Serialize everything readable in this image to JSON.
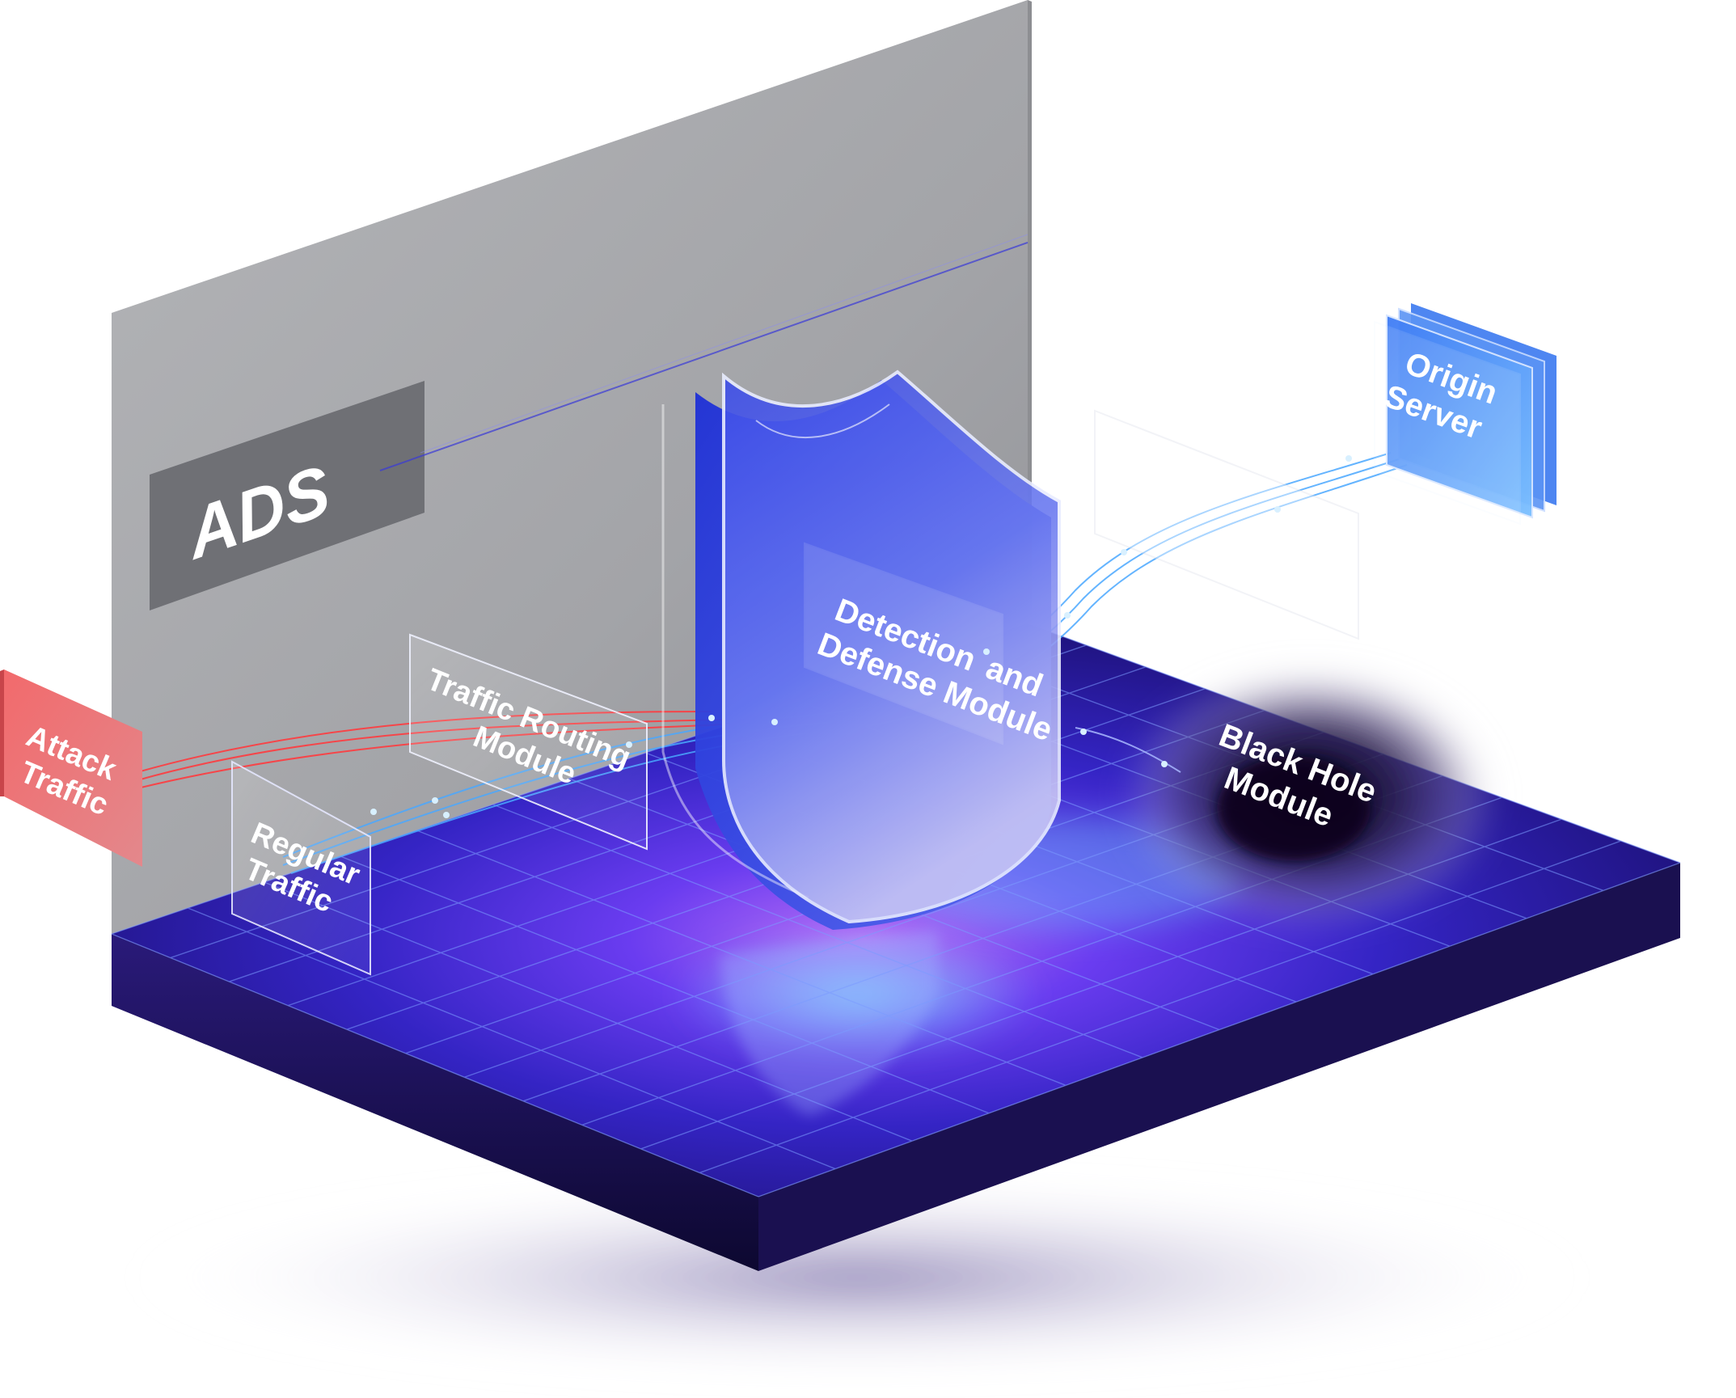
{
  "diagram": {
    "platform_label": "ADS",
    "nodes": {
      "attack_traffic": {
        "lines": [
          "Attack",
          "Traffic"
        ]
      },
      "regular_traffic": {
        "lines": [
          "Regular",
          "Traffic"
        ]
      },
      "traffic_routing": {
        "lines": [
          "Traffic Routing",
          "Module"
        ]
      },
      "detection_defense": {
        "lines": [
          "Detection",
          "and",
          "Defense Module"
        ]
      },
      "black_hole": {
        "lines": [
          "Black Hole",
          "Module"
        ]
      },
      "origin_server": {
        "lines": [
          "Origin",
          "Server"
        ]
      },
      "faint_module": {
        "lines": [
          "",
          ""
        ]
      }
    },
    "colors": {
      "attack": "#ef5a5f",
      "regular": "#4aa8ff",
      "wall": "#9d9ea2",
      "platform": "#2b1a8c",
      "shield": "#4a5cf0",
      "server": "#5b9cff"
    }
  }
}
